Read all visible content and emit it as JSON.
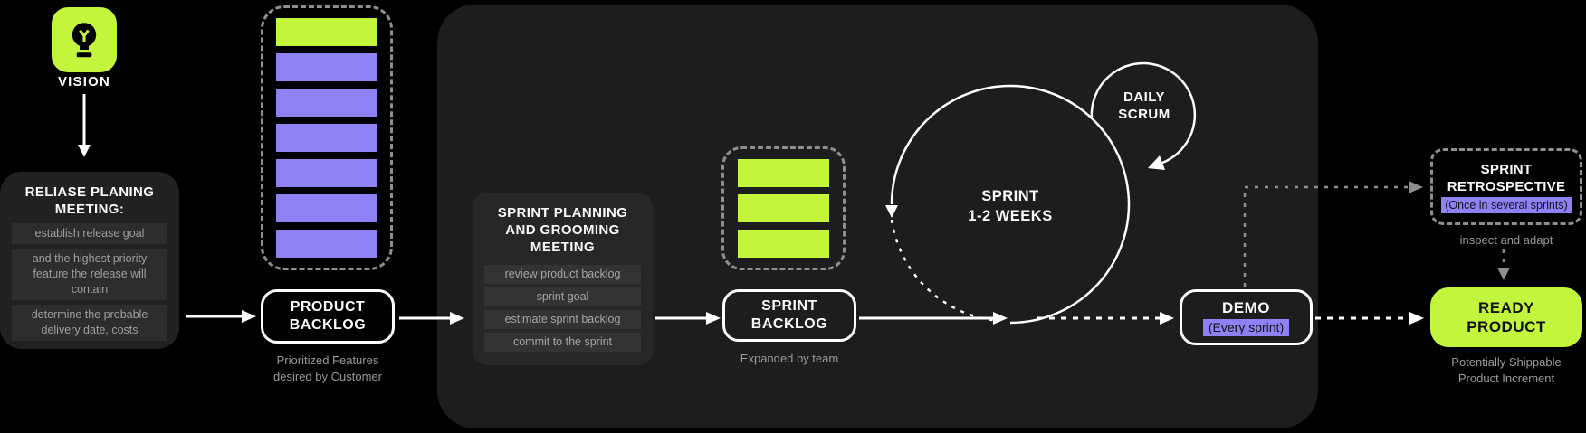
{
  "colors": {
    "page_bg": "#000000",
    "container_bg": "#1d1d1d",
    "box_bg": "#212121",
    "box_item_bg": "#2d2d2d",
    "lime": "#c3f53c",
    "purple": "#8e81f4",
    "dash_gray": "#8f8f8f",
    "caption_gray": "#9a9a9a"
  },
  "vision": {
    "label": "VISION"
  },
  "release_meeting": {
    "title_lines": [
      "RELIASE PLANING",
      "MEETING:"
    ],
    "items": [
      "establish release goal",
      "and the highest priority feature the release will contain",
      "determine the probable delivery date, costs"
    ]
  },
  "product_backlog": {
    "label_lines": [
      "PRODUCT",
      "BACKLOG"
    ],
    "caption_lines": [
      "Prioritized Features",
      "desired by Customer"
    ],
    "bars": [
      "green",
      "purple",
      "purple",
      "purple",
      "purple",
      "purple",
      "purple"
    ]
  },
  "sprint_planning": {
    "title_lines": [
      "SPRINT PLANNING",
      "AND GROOMING",
      "MEETING"
    ],
    "items": [
      "review product backlog",
      "sprint goal",
      "estimate sprint backlog",
      "commit to the sprint"
    ]
  },
  "sprint_backlog": {
    "label_lines": [
      "SPRINT",
      "BACKLOG"
    ],
    "caption": "Expanded by team",
    "bars": [
      "green",
      "green",
      "green"
    ]
  },
  "sprint_cycle": {
    "label_lines": [
      "SPRINT",
      "1-2 WEEKS"
    ],
    "daily_scrum_lines": [
      "DAILY",
      "SCRUM"
    ]
  },
  "demo": {
    "label": "DEMO",
    "badge": "(Every sprint)"
  },
  "retrospective": {
    "title_lines": [
      "SPRINT",
      "RETROSPECTIVE"
    ],
    "badge": "(Once in several sprints)",
    "note": "inspect and adapt"
  },
  "ready_product": {
    "label_lines": [
      "READY",
      "PRODUCT"
    ],
    "caption_lines": [
      "Potentially Shippable",
      "Product Increment"
    ]
  }
}
